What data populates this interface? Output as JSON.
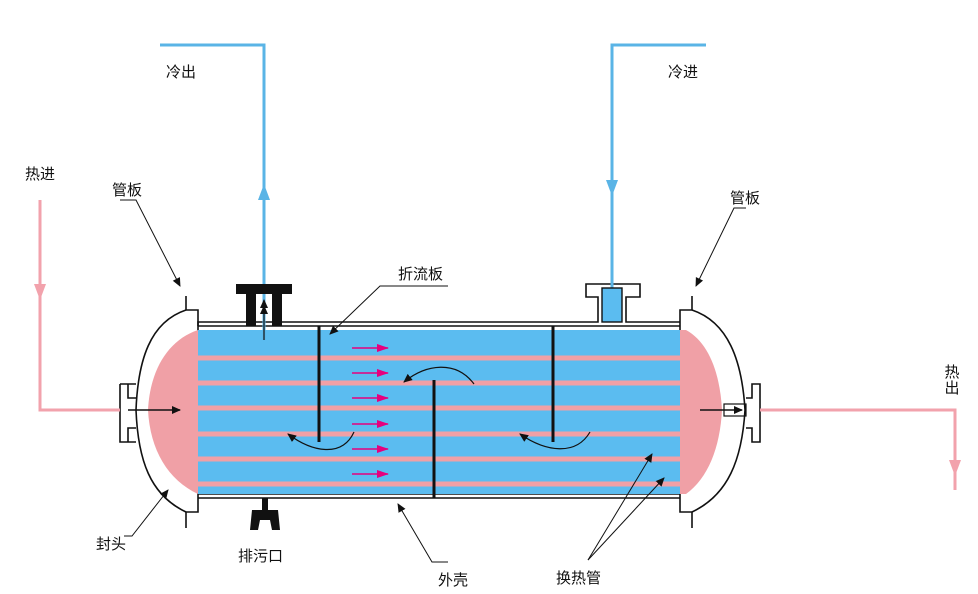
{
  "labels": {
    "cold_out": "冷出",
    "cold_in": "冷进",
    "hot_in": "热进",
    "hot_out": "热出",
    "tube_sheet_left": "管板",
    "tube_sheet_right": "管板",
    "baffle": "折流板",
    "head": "封头",
    "drain": "排污口",
    "shell": "外壳",
    "tubes": "换热管"
  },
  "colors": {
    "cold_fluid": "#5bbcf0",
    "cold_line": "#5ab4e6",
    "hot_fluid": "#f0a0a6",
    "hot_line": "#f2a2ac",
    "flow_arrow": "#e6007e",
    "outline": "#111111"
  }
}
